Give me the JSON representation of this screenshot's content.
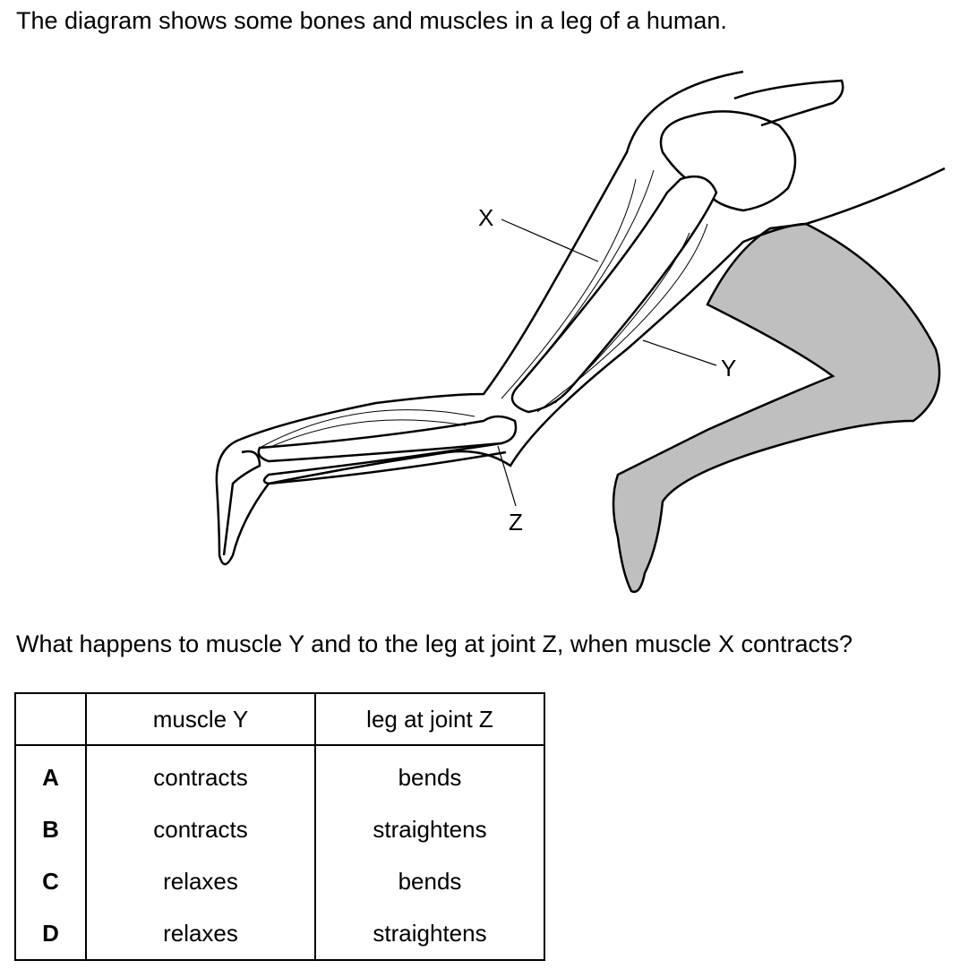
{
  "intro": "The diagram shows some bones and muscles in a leg of a human.",
  "diagram": {
    "labels": {
      "x": "X",
      "y": "Y",
      "z": "Z"
    }
  },
  "question": "What happens to muscle Y and to the leg at joint Z, when muscle X contracts?",
  "table": {
    "headers": [
      "",
      "muscle Y",
      "leg at joint Z"
    ],
    "rows": [
      {
        "option": "A",
        "muscle_y": "contracts",
        "leg": "bends"
      },
      {
        "option": "B",
        "muscle_y": "contracts",
        "leg": "straightens"
      },
      {
        "option": "C",
        "muscle_y": "relaxes",
        "leg": "bends"
      },
      {
        "option": "D",
        "muscle_y": "relaxes",
        "leg": "straightens"
      }
    ]
  }
}
